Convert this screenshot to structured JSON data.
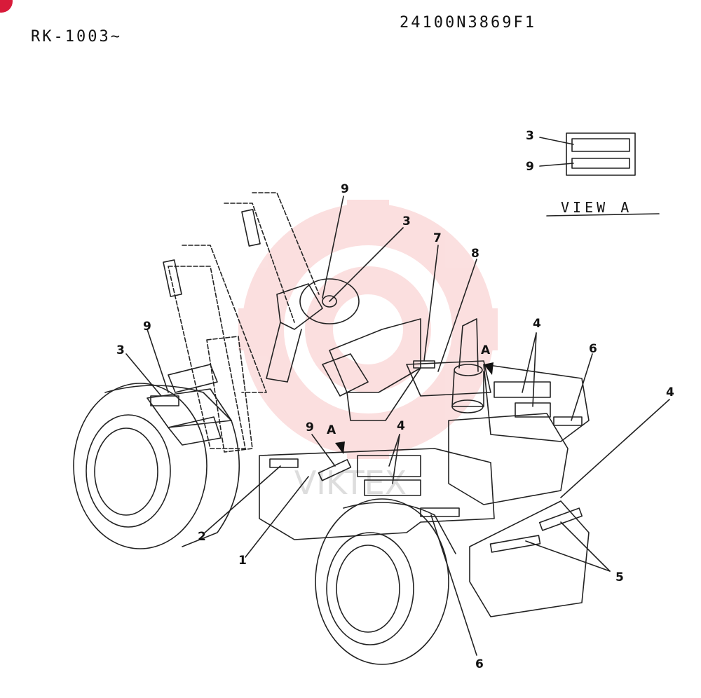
{
  "header": {
    "model_range": "RK-1003~",
    "part_number": "24100N3869F1"
  },
  "view_a": {
    "title": "VIEW A",
    "labels": [
      "3",
      "9"
    ]
  },
  "callouts": {
    "c1": "1",
    "c2": "2",
    "c3_left": "3",
    "c3_top": "3",
    "c3_view": "3",
    "c4_mid": "4",
    "c4_right_top": "4",
    "c4_right": "4",
    "c5": "5",
    "c6_bottom": "6",
    "c6_right": "6",
    "c7": "7",
    "c8": "8",
    "c9_left": "9",
    "c9_top": "9",
    "c9_mid": "9",
    "c9_view": "9",
    "a_left": "A",
    "a_right": "A"
  },
  "colors": {
    "badge": "#d81b3a",
    "line": "#222222",
    "watermark": "#f4a6a6"
  },
  "watermark_text": "VIKTEX"
}
